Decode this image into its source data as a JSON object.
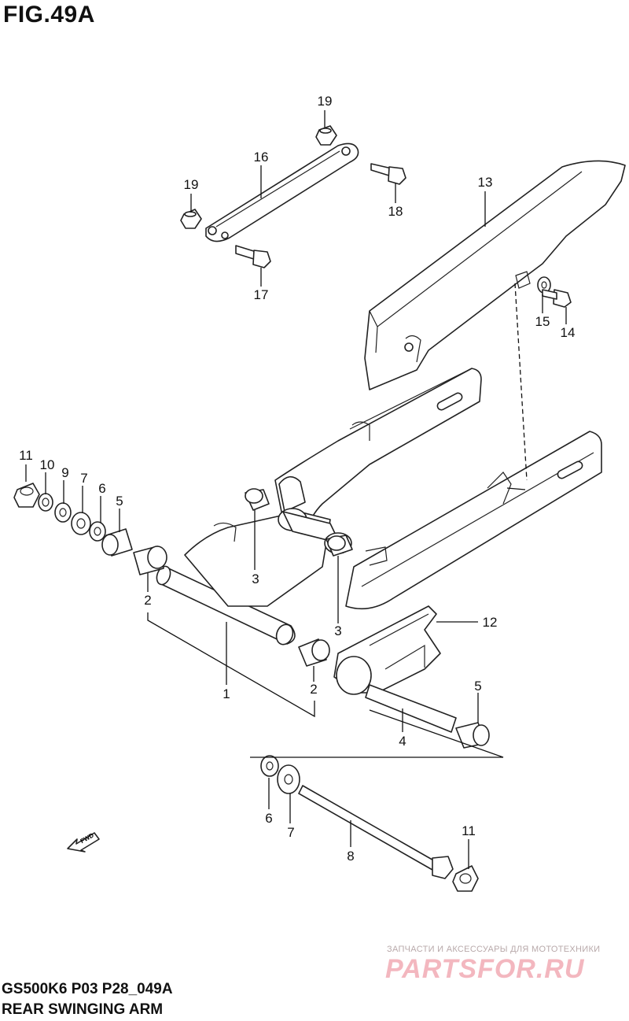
{
  "figure": {
    "title": "FIG.49A",
    "code": "GS500K6 P03 P28_049A",
    "name": "REAR SWINGING ARM"
  },
  "watermark": {
    "subtitle": "ЗАПЧАСТИ И АКСЕССУАРЫ ДЛЯ МОТОТЕХНИКИ",
    "brand": "PARTSFOR.RU"
  },
  "direction_marker": "FWD",
  "callouts": [
    {
      "id": "c19a",
      "label": "19"
    },
    {
      "id": "c16",
      "label": "16"
    },
    {
      "id": "c19b",
      "label": "19"
    },
    {
      "id": "c18",
      "label": "18"
    },
    {
      "id": "c17",
      "label": "17"
    },
    {
      "id": "c13",
      "label": "13"
    },
    {
      "id": "c15",
      "label": "15"
    },
    {
      "id": "c14",
      "label": "14"
    },
    {
      "id": "c11a",
      "label": "11"
    },
    {
      "id": "c10",
      "label": "10"
    },
    {
      "id": "c9",
      "label": "9"
    },
    {
      "id": "c7a",
      "label": "7"
    },
    {
      "id": "c6a",
      "label": "6"
    },
    {
      "id": "c5a",
      "label": "5"
    },
    {
      "id": "c3a",
      "label": "3"
    },
    {
      "id": "c3b",
      "label": "3"
    },
    {
      "id": "c2a",
      "label": "2"
    },
    {
      "id": "c2b",
      "label": "2"
    },
    {
      "id": "c1",
      "label": "1"
    },
    {
      "id": "c12",
      "label": "12"
    },
    {
      "id": "c5b",
      "label": "5"
    },
    {
      "id": "c4",
      "label": "4"
    },
    {
      "id": "c6b",
      "label": "6"
    },
    {
      "id": "c7b",
      "label": "7"
    },
    {
      "id": "c8",
      "label": "8"
    },
    {
      "id": "c11b",
      "label": "11"
    }
  ]
}
